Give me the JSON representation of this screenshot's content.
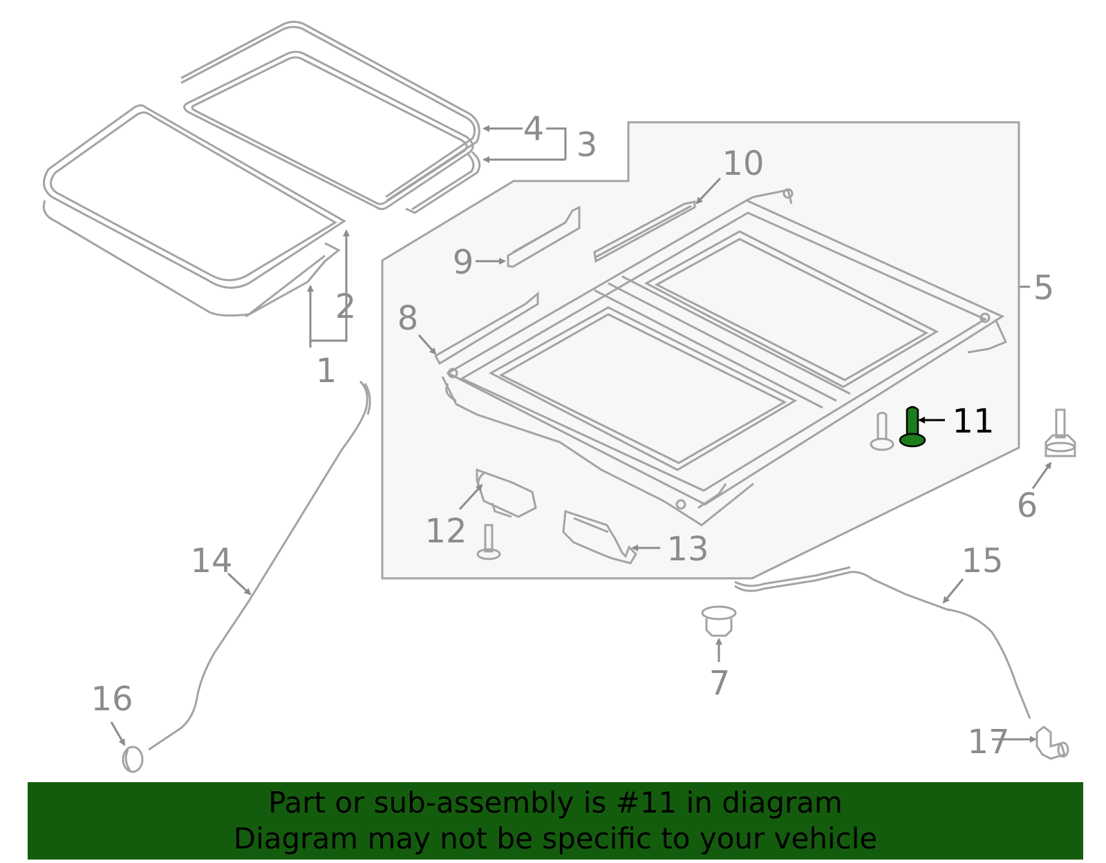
{
  "colors": {
    "line": "#a3a3a3",
    "panel": "#f7f7f7",
    "highlight_part": "#1b7d1b",
    "banner_bg": "#145c0d",
    "banner_text": "#000000"
  },
  "callouts": {
    "c1": "1",
    "c2": "2",
    "c3": "3",
    "c4": "4",
    "c5": "5",
    "c6": "6",
    "c7": "7",
    "c8": "8",
    "c9": "9",
    "c10": "10",
    "c11": "11",
    "c12": "12",
    "c13": "13",
    "c14": "14",
    "c15": "15",
    "c16": "16",
    "c17": "17"
  },
  "highlighted_part": "11",
  "banner": {
    "line1": "Part or sub-assembly is #11 in diagram",
    "line2": "Diagram may not be specific to your vehicle"
  }
}
